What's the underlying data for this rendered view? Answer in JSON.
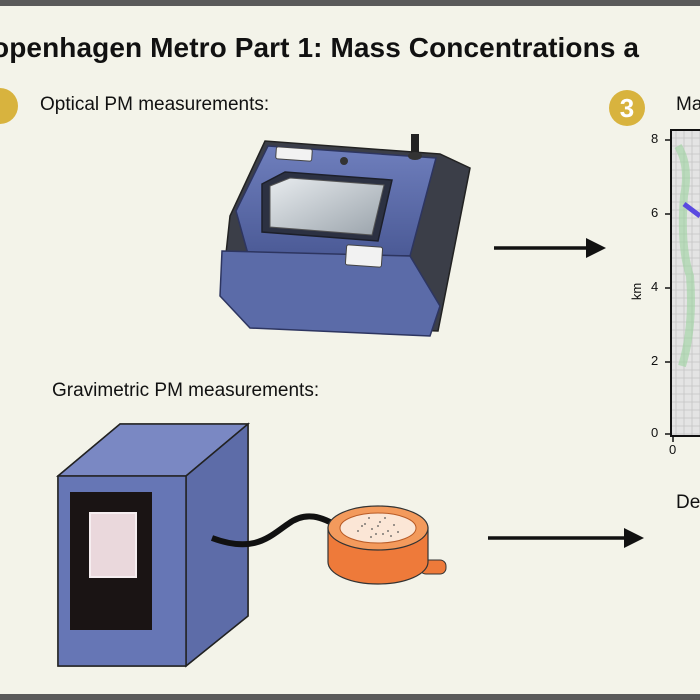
{
  "title": "openhagen Metro Part 1: Mass Concentrations a",
  "labels": {
    "optical": "Optical PM measurements:",
    "gravimetric": "Gravimetric PM measurements:",
    "map_label_partial": "Ma",
    "bottom_right_partial": "De"
  },
  "badges": {
    "badge3": "3"
  },
  "map": {
    "yticks": [
      "8",
      "6",
      "4",
      "2",
      "0"
    ],
    "xticks": [
      "0"
    ],
    "ylabel": "km"
  },
  "colors": {
    "background": "#f3f3e9",
    "frame": "#5a5a5a",
    "badge": "#d8b33e",
    "device_blue": "#5b6ba8",
    "filter_orange": "#ee7a3a",
    "route": "#5a4ae0"
  }
}
